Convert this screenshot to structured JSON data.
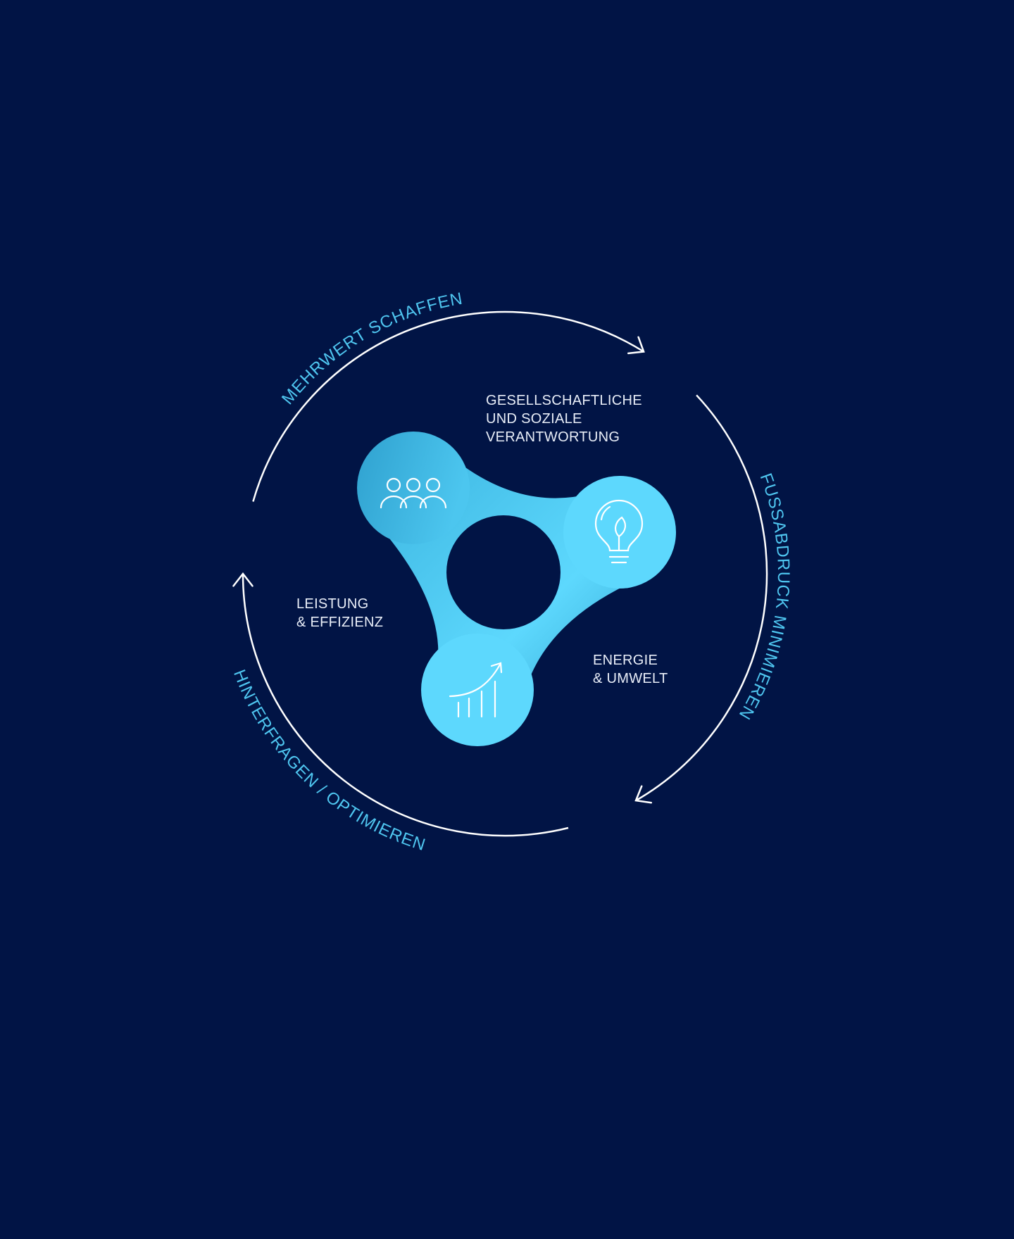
{
  "cycle": {
    "arc_top": "MEHRWERT SCHAFFEN",
    "arc_right": "FUSSABDRUCK MINIMIEREN",
    "arc_bottom": "HINTERFRAGEN / OPTIMIEREN"
  },
  "pillars": [
    {
      "lines": [
        "GESELLSCHAFTLICHE",
        "UND SOZIALE",
        "VERANTWORTUNG"
      ],
      "icon": "people-icon"
    },
    {
      "lines": [
        "ENERGIE",
        "& UMWELT"
      ],
      "icon": "lightbulb-leaf-icon"
    },
    {
      "lines": [
        "LEISTUNG",
        "& EFFIZIENZ"
      ],
      "icon": "growth-chart-icon"
    }
  ],
  "colors": {
    "background": "#011445",
    "accent": "#4fc6f0",
    "lobe_light": "#5dd8fd",
    "lobe_dark": "#2fa6d3"
  }
}
